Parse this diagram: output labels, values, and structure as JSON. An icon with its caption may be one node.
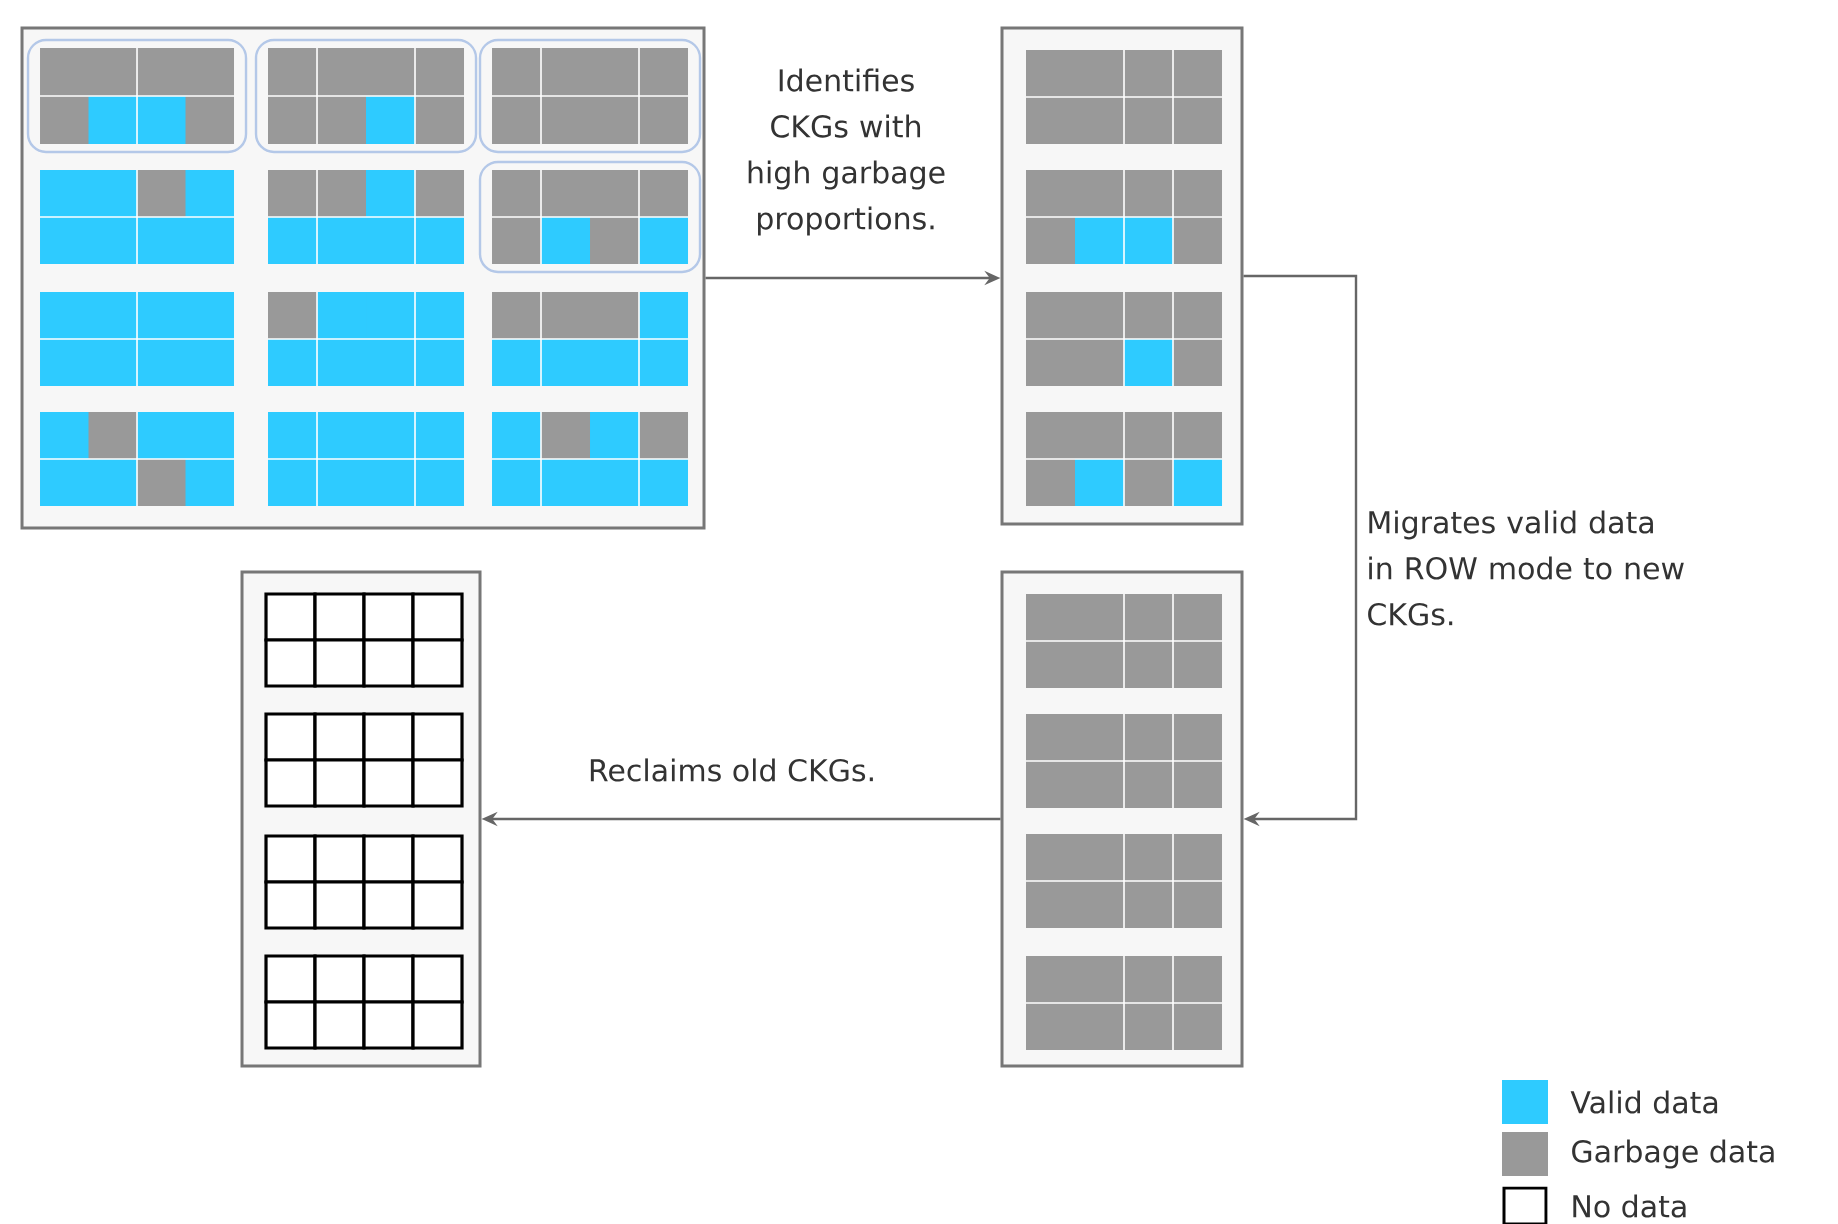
{
  "diagram": {
    "nodes": [
      {
        "text": [],
        "shape": "box"
      },
      {
        "text": [],
        "shape": "box"
      },
      {
        "text": [],
        "shape": "box"
      },
      {
        "text": [],
        "shape": "box"
      }
    ],
    "edges": [
      {
        "from": 0,
        "to": 1,
        "arrow": "to",
        "label": "Identifies CKGs with high garbage proportions."
      },
      {
        "from": 1,
        "to": 2,
        "arrow": "to",
        "label": "Migrates valid data in ROW mode to new CKGs."
      },
      {
        "from": 2,
        "to": 3,
        "arrow": "to",
        "label": "Reclaims old CKGs."
      }
    ],
    "legend": [
      {
        "text": "Valid data",
        "color": "#2ecbff"
      },
      {
        "text": "Garbage data",
        "color": "#999999"
      },
      {
        "text": "No data"
      }
    ]
  }
}
